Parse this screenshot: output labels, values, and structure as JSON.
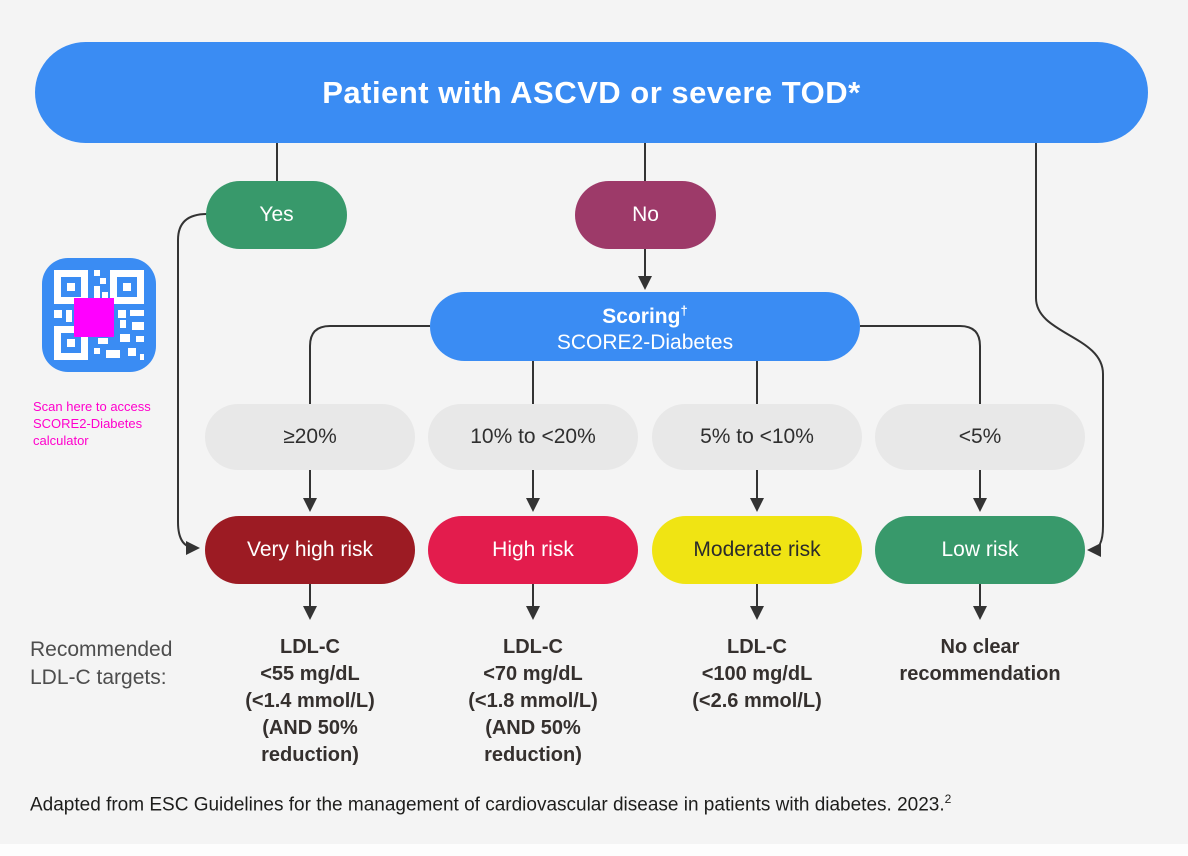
{
  "colors": {
    "background": "#f4f4f4",
    "blue": "#3a8cf3",
    "green": "#38996b",
    "maroon": "#9d3a69",
    "gray_pill": "#e8e8e8",
    "line": "#333333",
    "magenta_text": "#ff00cc",
    "magenta_square": "#ff00ff"
  },
  "root": {
    "label": "Patient with ASCVD or severe TOD*"
  },
  "branch_yes": {
    "label": "Yes"
  },
  "branch_no": {
    "label": "No"
  },
  "qr": {
    "caption_lines": [
      "Scan here to access",
      "SCORE2-Diabetes",
      "calculator"
    ]
  },
  "scoring": {
    "title": "Scoring",
    "dagger": "†",
    "subtitle": "SCORE2-Diabetes"
  },
  "bands": [
    {
      "percent": "≥20%",
      "risk": "Very high risk",
      "color": "#9c1b23",
      "text_color": "#ffffff",
      "target_lines": [
        "LDL-C",
        "<55 mg/dL",
        "(<1.4 mmol/L)",
        "(AND 50%",
        "reduction)"
      ]
    },
    {
      "percent": "10% to <20%",
      "risk": "High risk",
      "color": "#e31c4d",
      "text_color": "#ffffff",
      "target_lines": [
        "LDL-C",
        "<70 mg/dL",
        "(<1.8 mmol/L)",
        "(AND 50%",
        "reduction)"
      ]
    },
    {
      "percent": "5% to <10%",
      "risk": "Moderate risk",
      "color": "#f0e413",
      "text_color": "#2b2b2b",
      "target_lines": [
        "LDL-C",
        "<100 mg/dL",
        "(<2.6 mmol/L)"
      ]
    },
    {
      "percent": "<5%",
      "risk": "Low risk",
      "color": "#38996b",
      "text_color": "#ffffff",
      "target_lines": [
        "No clear",
        "recommendation"
      ]
    }
  ],
  "targets_label_lines": [
    "Recommended",
    "LDL-C targets:"
  ],
  "footer": {
    "text": "Adapted from ESC Guidelines for the management of cardiovascular disease in patients with diabetes. 2023.",
    "superscript": "2"
  }
}
